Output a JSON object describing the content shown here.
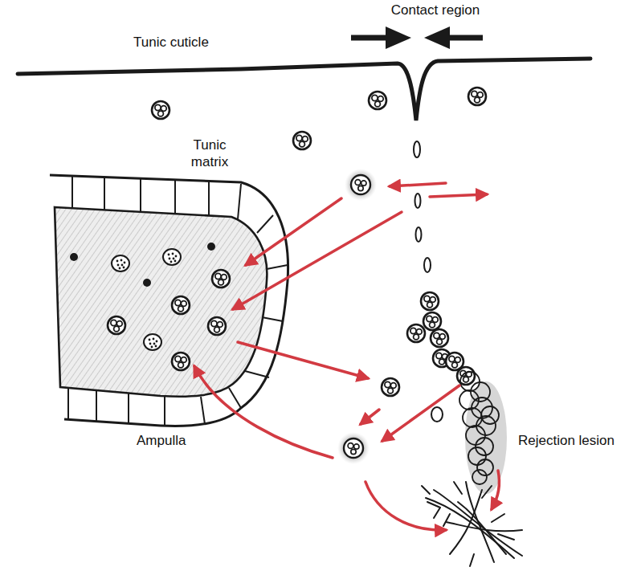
{
  "diagram": {
    "labels": [
      "Contact region",
      "Tunic cuticle",
      "Tunic matrix",
      "Ampulla",
      "Rejection lesion"
    ]
  }
}
